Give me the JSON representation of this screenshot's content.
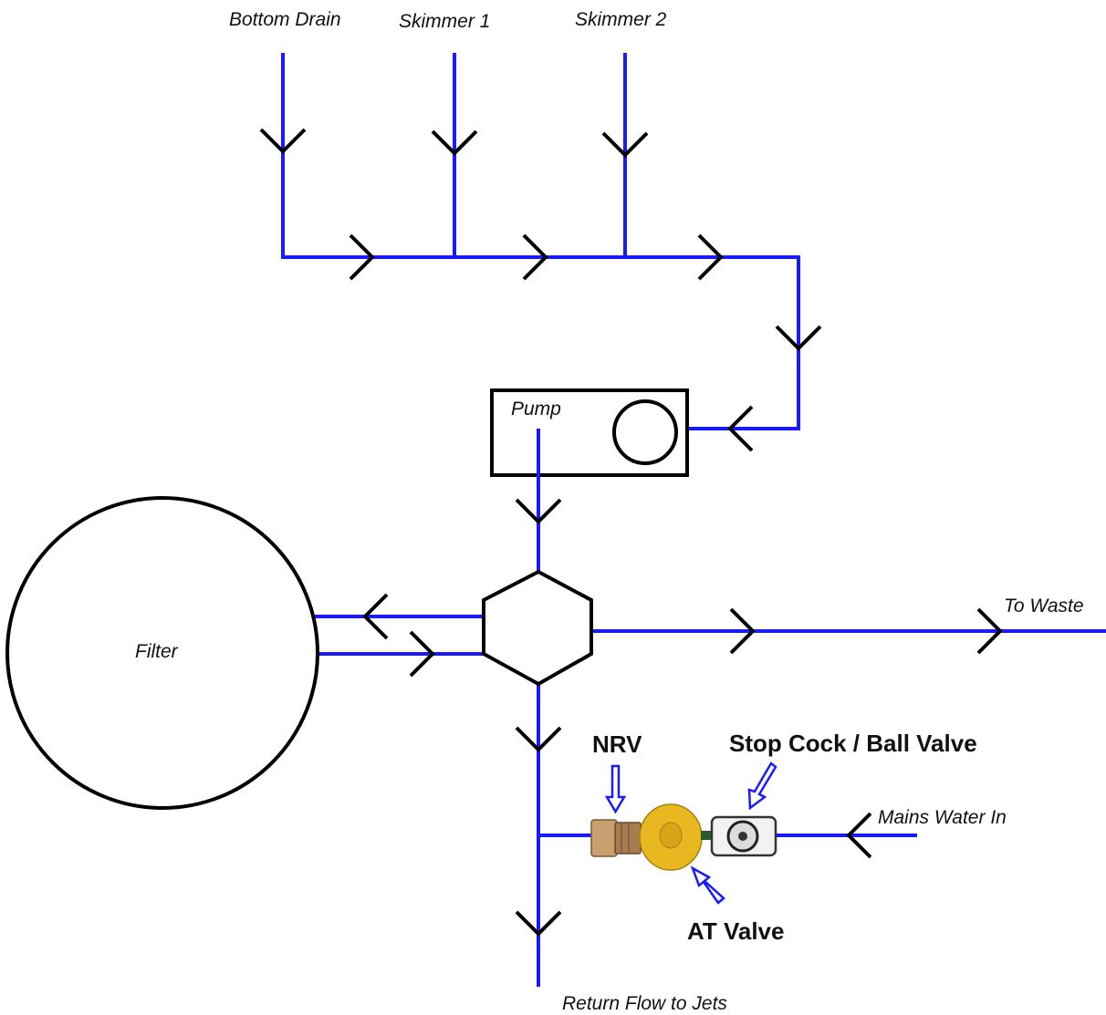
{
  "labels": {
    "bottom_drain": "Bottom Drain",
    "skimmer_1": "Skimmer 1",
    "skimmer_2": "Skimmer 2",
    "pump": "Pump",
    "filter": "Filter",
    "to_waste": "To Waste",
    "nrv": "NRV",
    "stop_cock": "Stop Cock / Ball Valve",
    "mains_water_in": "Mains Water In",
    "at_valve": "AT Valve",
    "return_flow": "Return Flow to Jets"
  },
  "colors": {
    "pipe": "#1a1aff",
    "outline": "#000000",
    "at_valve": "#e8b820",
    "nrv_brass": "#c8a070"
  }
}
